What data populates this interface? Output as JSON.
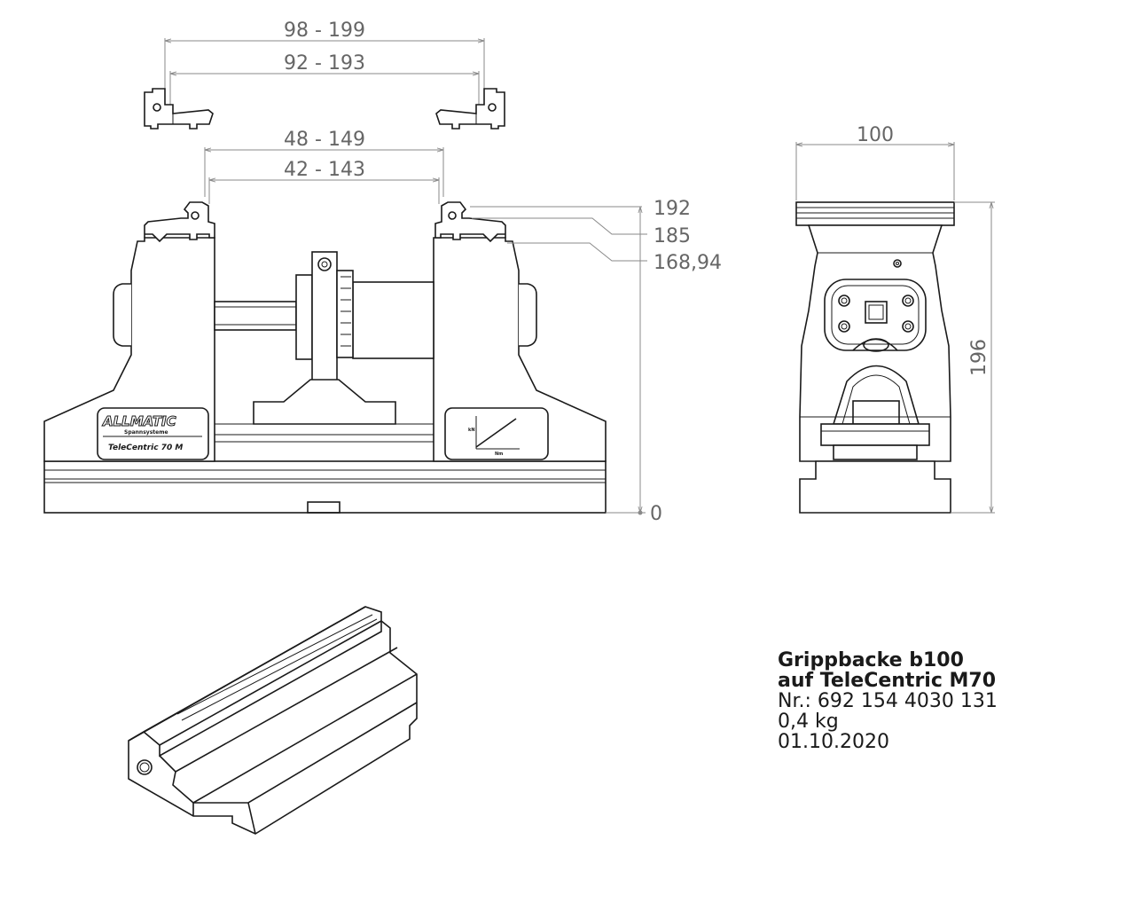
{
  "dimensions": {
    "outer_jaw_range": "98 - 199",
    "inner_jaw_range": "92 - 193",
    "outer_range_2": "48 - 149",
    "inner_range_2": "42 - 143",
    "height_top": "192",
    "height_mid": "185",
    "height_low": "168,94",
    "height_zero": "0",
    "width_side": "100",
    "height_side": "196"
  },
  "logo": {
    "brand": "ALLMATIC",
    "sub": "Spannsysteme",
    "model": "TeleCentric 70 M"
  },
  "chart_plate": {
    "y_label": "kN",
    "x_label": "Nm"
  },
  "title_block": {
    "line1": "Grippbacke b100",
    "line2": "auf TeleCentric M70",
    "line3": "Nr.: 692 154 4030 131",
    "line4": "0,4 kg",
    "line5": "01.10.2020"
  }
}
